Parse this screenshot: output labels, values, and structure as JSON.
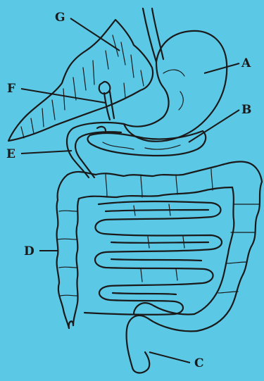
{
  "diagram": {
    "background": "#5bc8e6",
    "ink": "#1a1a1a",
    "labels": {
      "a": "A",
      "b": "B",
      "c": "C",
      "d": "D",
      "e": "E",
      "f": "F",
      "g": "G"
    }
  }
}
